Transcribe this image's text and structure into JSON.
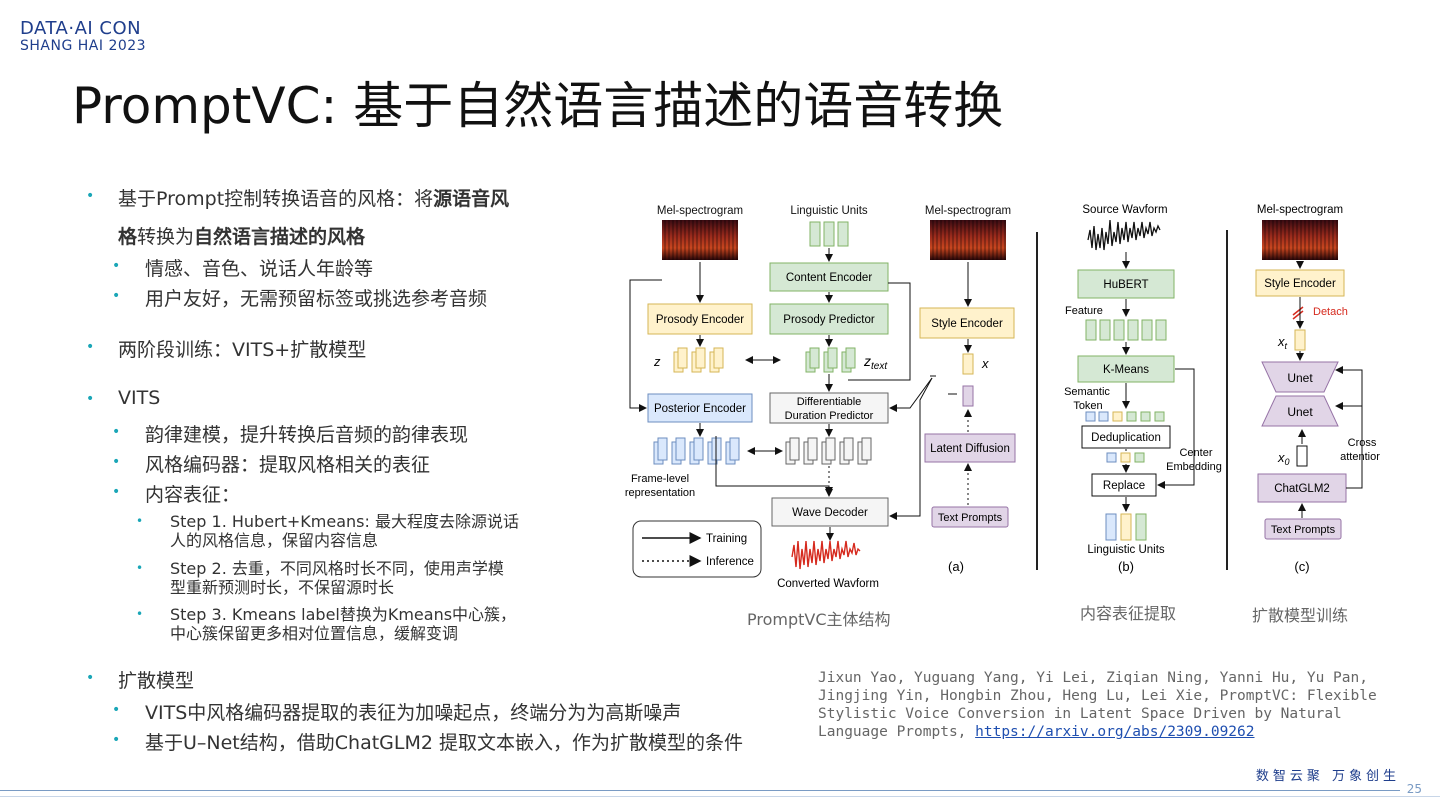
{
  "logo": {
    "line1": "DATA·AI CON",
    "line2": "SHANG HAI 2023"
  },
  "title": "PromptVC: 基于自然语言描述的语音转换",
  "bullets": {
    "b1_pre": "基于Prompt控制转换语音的风格：将",
    "b1_bold1": "源语音风",
    "b1_bold2": "格",
    "b1_mid": "转换为",
    "b1_bold3": "自然语言描述的风格",
    "b1_s1": "情感、音色、说话人年龄等",
    "b1_s2": "用户友好，无需预留标签或挑选参考音频",
    "b2": "两阶段训练：VITS+扩散模型",
    "b3": "VITS",
    "b3_s1": "韵律建模，提升转换后音频的韵律表现",
    "b3_s2": "风格编码器：提取风格相关的表征",
    "b3_s3": "内容表征：",
    "step1_l1": "Step 1. Hubert+Kmeans: 最大程度去除源说话",
    "step1_l2": "人的风格信息，保留内容信息",
    "step2_l1": "Step 2. 去重，不同风格时长不同，使用声学模",
    "step2_l2": "型重新预测时长，不保留源时长",
    "step3_l1": "Step 3. Kmeans label替换为Kmeans中心簇，",
    "step3_l2": "中心簇保留更多相对位置信息，缓解变调",
    "b4": "扩散模型",
    "b4_s1": "VITS中风格编码器提取的表征为加噪起点，终端分为为高斯噪声",
    "b4_s2": "基于U–Net结构，借助ChatGLM2 提取文本嵌入，作为扩散模型的条件"
  },
  "diagram": {
    "a": {
      "mel1": "Mel-spectrogram",
      "ling": "Linguistic Units",
      "mel2": "Mel-spectrogram",
      "content_encoder": "Content Encoder",
      "prosody_encoder": "Prosody Encoder",
      "prosody_predictor": "Prosody Predictor",
      "style_encoder": "Style Encoder",
      "z": "z",
      "ztext": "z",
      "ztext_sub": "text",
      "x": "x",
      "posterior_encoder": "Posterior Encoder",
      "ddp1": "Differentiable",
      "ddp2": "Duration Predictor",
      "latent_diffusion": "Latent Diffusion",
      "frame1": "Frame-level",
      "frame2": "representation",
      "wave_decoder": "Wave Decoder",
      "text_prompts": "Text Prompts",
      "training": "Training",
      "inference": "Inference",
      "converted": "Converted Wavform",
      "label": "(a)"
    },
    "b": {
      "source": "Source Wavform",
      "hubert": "HuBERT",
      "feature": "Feature",
      "kmeans": "K-Means",
      "sem1": "Semantic",
      "sem2": "Token",
      "dedup": "Deduplication",
      "center1": "Center",
      "center2": "Embedding",
      "replace": "Replace",
      "ling": "Linguistic Units",
      "label": "(b)"
    },
    "c": {
      "mel": "Mel-spectrogram",
      "style_encoder": "Style Encoder",
      "detach": "Detach",
      "xt": "x",
      "xt_sub": "t",
      "unet1": "Unet",
      "unet2": "Unet",
      "x0": "x",
      "x0_sub": "0",
      "cross1": "Cross",
      "cross2": "attentior",
      "chatglm": "ChatGLM2",
      "text_prompts": "Text Prompts",
      "label": "(c)"
    },
    "captions": {
      "a": "PromptVC主体结构",
      "b": "内容表征提取",
      "c": "扩散模型训练"
    }
  },
  "reference": {
    "text": "Jixun Yao, Yuguang Yang, Yi Lei, Ziqian Ning, Yanni Hu, Yu Pan, Jingjing Yin, Hongbin Zhou, Heng Lu, Lei Xie, PromptVC: Flexible Stylistic Voice Conversion in Latent Space Driven by Natural Language Prompts,",
    "link": "https://arxiv.org/abs/2309.09262"
  },
  "footer": {
    "slogan": "数智云聚  万象创生",
    "page": "25"
  },
  "colors": {
    "accent": "#1aa6b7",
    "brand": "#1f3e8c",
    "green_fill": "#d5e8d4",
    "green_stroke": "#82b366",
    "yellow_fill": "#fff2cc",
    "orange_stroke": "#d6b656",
    "blue_fill": "#dae8fc",
    "blue_stroke": "#6c8ebf",
    "purple_fill": "#e1d5e7",
    "purple_stroke": "#9673a6",
    "gray_fill": "#f5f5f5",
    "gray_stroke": "#666666"
  }
}
